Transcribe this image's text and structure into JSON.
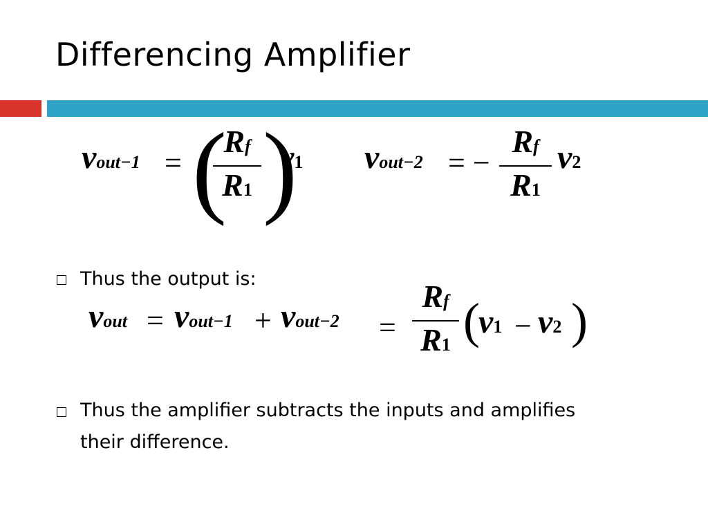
{
  "slide": {
    "title": "Differencing Amplifier",
    "accent_red": "#d9342c",
    "accent_blue": "#2ea2c4"
  },
  "equations": {
    "eq1": {
      "lhs_var": "v",
      "lhs_sub": "out−1",
      "equals": "=",
      "num": "R",
      "num_sub": "f",
      "den": "R",
      "den_sub": "1",
      "rhs_var": "v",
      "rhs_sub": "1"
    },
    "eq2": {
      "lhs_var": "v",
      "lhs_sub": "out−2",
      "equals": "= −",
      "num": "R",
      "num_sub": "f",
      "den": "R",
      "den_sub": "1",
      "rhs_var": "v",
      "rhs_sub": "2"
    },
    "eq3": {
      "lhs_var": "v",
      "lhs_sub": "out",
      "equals": "=",
      "t1_var": "v",
      "t1_sub": "out−1",
      "plus": "+",
      "t2_var": "v",
      "t2_sub": "out−2"
    },
    "eq4": {
      "equals": "=",
      "num": "R",
      "num_sub": "f",
      "den": "R",
      "den_sub": "1",
      "a_var": "v",
      "a_sub": "1",
      "minus": "−",
      "b_var": "v",
      "b_sub": "2"
    }
  },
  "bullets": [
    {
      "text": "Thus the output is:"
    },
    {
      "line1": "Thus the amplifier subtracts the inputs and amplifies",
      "line2": "their difference."
    }
  ]
}
